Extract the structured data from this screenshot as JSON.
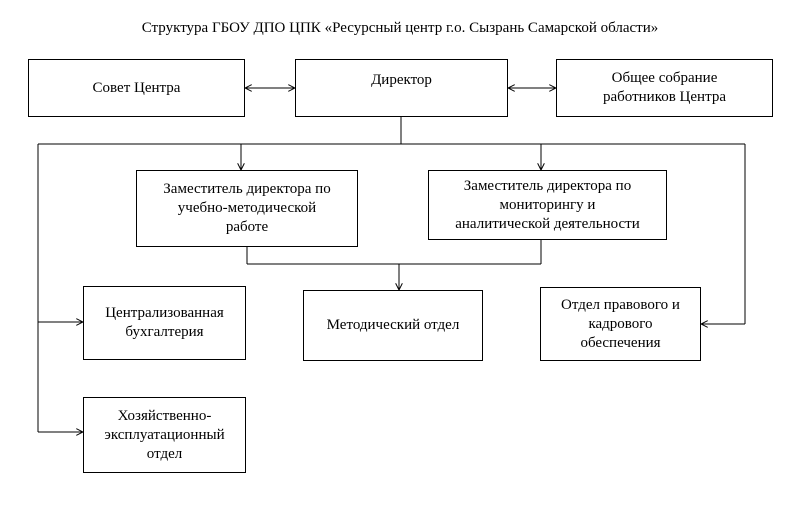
{
  "title": "Структура ГБОУ ДПО ЦПК «Ресурсный центр г.о. Сызрань Самарской области»",
  "nodes": {
    "council": "Совет Центра",
    "director": "Директор",
    "assembly_line1": "Общее собрание",
    "assembly_line2": "работников Центра",
    "deputy_edu_line1": "Заместитель директора по",
    "deputy_edu_line2": "учебно-методической",
    "deputy_edu_line3": "работе",
    "deputy_mon_line1": "Заместитель директора по",
    "deputy_mon_line2": "мониторингу и",
    "deputy_mon_line3": "аналитической деятельности",
    "accounting_line1": "Централизованная",
    "accounting_line2": "бухгалтерия",
    "methodical": "Методический отдел",
    "legal_line1": "Отдел правового и",
    "legal_line2": "кадрового",
    "legal_line3": "обеспечения",
    "maintenance_line1": "Хозяйственно-",
    "maintenance_line2": "эксплуатационный",
    "maintenance_line3": "отдел"
  }
}
